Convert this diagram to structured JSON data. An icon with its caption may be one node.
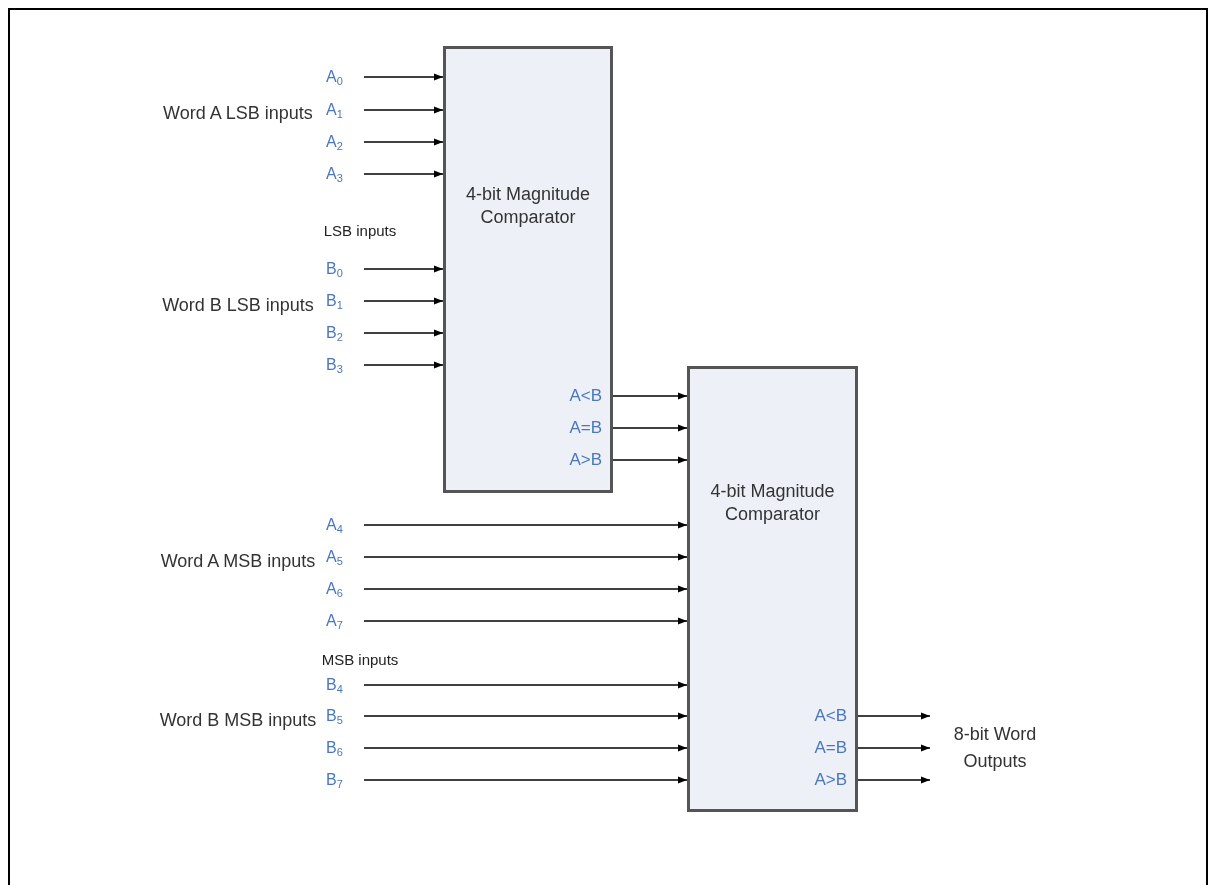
{
  "diagram": {
    "nodes": [
      {
        "text": [
          "4-bit Magnitude Comparator",
          "A<B",
          "A=B",
          "A>B"
        ]
      },
      {
        "text": [
          "4-bit Magnitude Comparator",
          "A<B",
          "A=B",
          "A>B"
        ]
      },
      {
        "text": [
          "A$_{0}$"
        ]
      },
      {
        "text": [
          "A$_{1}$"
        ]
      },
      {
        "text": [
          "A$_{2}$"
        ]
      },
      {
        "text": [
          "A$_{3}$"
        ]
      },
      {
        "text": [
          "B$_{0}$"
        ]
      },
      {
        "text": [
          "B$_{1}$"
        ]
      },
      {
        "text": [
          "B$_{2}$"
        ]
      },
      {
        "text": [
          "B$_{3}$"
        ]
      },
      {
        "text": [
          "A$_{4}$"
        ]
      },
      {
        "text": [
          "A$_{5}$"
        ]
      },
      {
        "text": [
          "A$_{6}$"
        ]
      },
      {
        "text": [
          "A$_{7}$"
        ]
      },
      {
        "text": [
          "B$_{4}$"
        ]
      },
      {
        "text": [
          "B$_{5}$"
        ]
      },
      {
        "text": [
          "B$_{6}$"
        ]
      },
      {
        "text": [
          "B$_{7}$"
        ]
      },
      {
        "text": [
          "8-bit Word Outputs"
        ]
      }
    ],
    "edges": [
      {
        "from": 2,
        "to": 0,
        "arrow": "to"
      },
      {
        "from": 3,
        "to": 0,
        "arrow": "to"
      },
      {
        "from": 4,
        "to": 0,
        "arrow": "to"
      },
      {
        "from": 5,
        "to": 0,
        "arrow": "to"
      },
      {
        "from": 6,
        "to": 0,
        "arrow": "to"
      },
      {
        "from": 7,
        "to": 0,
        "arrow": "to"
      },
      {
        "from": 8,
        "to": 0,
        "arrow": "to"
      },
      {
        "from": 9,
        "to": 0,
        "arrow": "to"
      },
      {
        "from": 0,
        "to": 1,
        "arrow": "to"
      },
      {
        "from": 0,
        "to": 1,
        "arrow": "to"
      },
      {
        "from": 0,
        "to": 1,
        "arrow": "to"
      },
      {
        "from": 10,
        "to": 1,
        "arrow": "to"
      },
      {
        "from": 11,
        "to": 1,
        "arrow": "to"
      },
      {
        "from": 12,
        "to": 1,
        "arrow": "to"
      },
      {
        "from": 13,
        "to": 1,
        "arrow": "to"
      },
      {
        "from": 14,
        "to": 1,
        "arrow": "to"
      },
      {
        "from": 15,
        "to": 1,
        "arrow": "to"
      },
      {
        "from": 16,
        "to": 1,
        "arrow": "to"
      },
      {
        "from": 17,
        "to": 1,
        "arrow": "to"
      },
      {
        "from": 1,
        "to": 18,
        "arrow": "to"
      },
      {
        "from": 1,
        "to": 18,
        "arrow": "to"
      },
      {
        "from": 1,
        "to": 18,
        "arrow": "to"
      }
    ],
    "labels": [
      "Word A LSB inputs",
      "LSB inputs",
      "Word B LSB inputs",
      "Word A MSB inputs",
      "MSB inputs",
      "Word B MSB inputs"
    ]
  }
}
